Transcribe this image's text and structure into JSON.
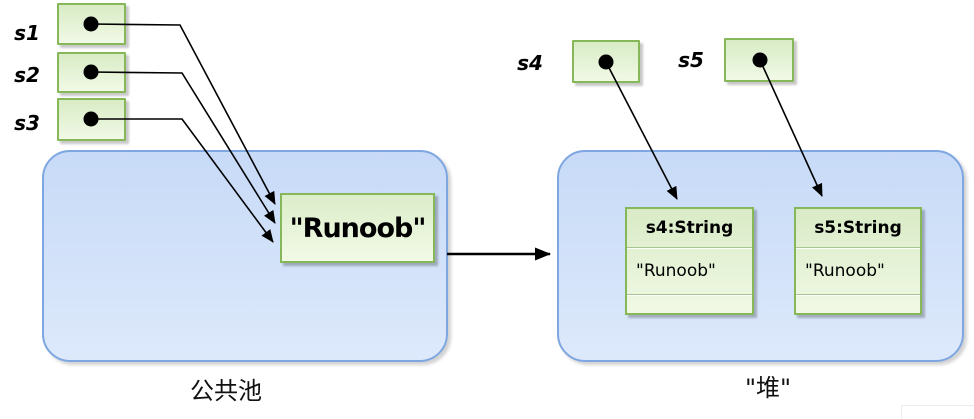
{
  "refs": [
    {
      "label": "s1"
    },
    {
      "label": "s2"
    },
    {
      "label": "s3"
    },
    {
      "label": "s4"
    },
    {
      "label": "s5"
    }
  ],
  "pool": {
    "literal": "\"Runoob\"",
    "caption": "公共池"
  },
  "heap": {
    "caption": "\"堆\"",
    "objects": [
      {
        "title": "s4:String",
        "value": "\"Runoob\""
      },
      {
        "title": "s5:String",
        "value": "\"Runoob\""
      }
    ]
  },
  "colors": {
    "box_border_green": "#86b85a",
    "box_fill_green_top": "#d9ebc6",
    "box_fill_green_bottom": "#f1f9e6",
    "container_border_blue": "#7ea6e0",
    "container_fill_blue_top": "#c7daf7",
    "container_fill_blue_bottom": "#dde9fb",
    "arrow_black": "#000000"
  }
}
